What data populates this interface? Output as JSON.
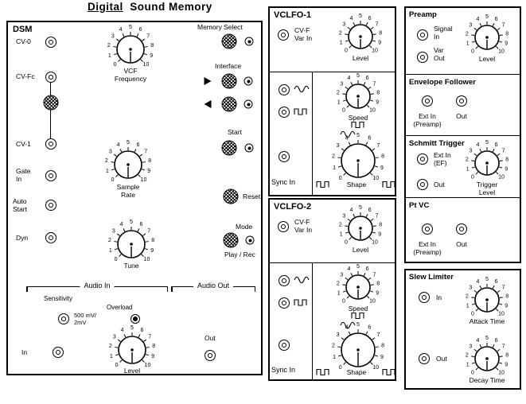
{
  "title": {
    "part1": "Digital",
    "part2": "Sound Memory"
  },
  "knob": {
    "ticks": [
      "0",
      "1",
      "2",
      "3",
      "4",
      "5",
      "6",
      "7",
      "8",
      "9",
      "10"
    ]
  },
  "dsm": {
    "label": "DSM",
    "cv0": "CV-0",
    "cvfc": "CV-Fc",
    "cv1": "CV-1",
    "gate": "Gate\nIn",
    "auto_start": "Auto\nStart",
    "dyn": "Dyn",
    "vcf": "VCF\nFrequency",
    "sample": "Sample\nRate",
    "tune": "Tune",
    "memory_select": "Memory Select",
    "interface": "Interface",
    "start": "Start",
    "reset": "Reset",
    "mode": "Mode",
    "play_rec": "Play / Rec",
    "audio_in": "Audio In",
    "audio_out": "Audio Out",
    "sensitivity": "Sensitivity",
    "range": "500 mV/\n2mV",
    "overload": "Overload",
    "in": "In",
    "level": "Level",
    "out": "Out"
  },
  "vclfo1": {
    "title": "VCLFO-1",
    "cvf": "CV-F\nVar In",
    "level": "Level",
    "speed": "Speed",
    "shape": "Shape",
    "sync": "Sync In"
  },
  "vclfo2": {
    "title": "VCLFO-2",
    "cvf": "CV-F\nVar In",
    "level": "Level",
    "speed": "Speed",
    "shape": "Shape",
    "sync": "Sync In"
  },
  "preamp": {
    "title": "Preamp",
    "signal_in": "Signal\nIn",
    "var_out": "Var\nOut",
    "level": "Level"
  },
  "envelope": {
    "title": "Envelope Follower",
    "ext_in": "Ext In\n(Preamp)",
    "out": "Out"
  },
  "schmitt": {
    "title": "Schmitt Trigger",
    "ext_in": "Ext In\n(EF)",
    "out": "Out",
    "trigger_level": "Trigger Level"
  },
  "ptvc": {
    "title": "Pt VC",
    "ext_in": "Ext In\n(Preamp)",
    "out": "Out"
  },
  "slew": {
    "title": "Slew Limiter",
    "in": "In",
    "attack": "Attack Time",
    "out": "Out",
    "decay": "Decay Time"
  }
}
